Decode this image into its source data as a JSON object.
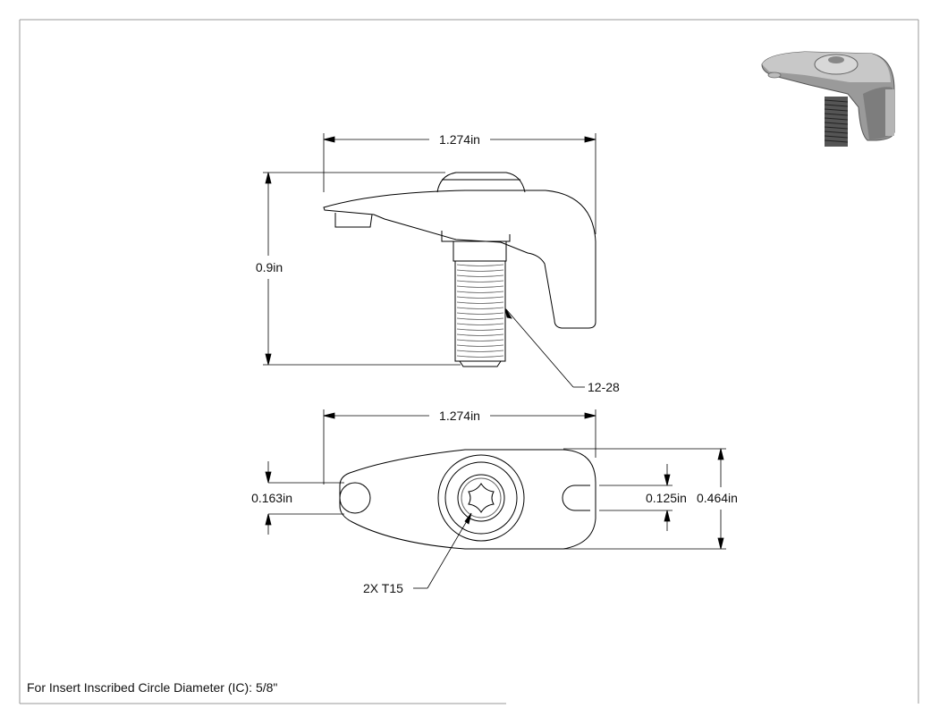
{
  "drawing": {
    "side_view": {
      "width_label": "1.274in",
      "height_label": "0.9in",
      "thread_label": "12-28"
    },
    "top_view": {
      "width_label": "1.274in",
      "hole_label": "0.163in",
      "slot_label": "0.125in",
      "height_label": "0.464in",
      "drive_label": "2X T15"
    },
    "footer_note": "For Insert Inscribed Circle Diameter (IC): 5/8\""
  },
  "colors": {
    "line": "#000000",
    "frame": "#999999",
    "part_shade": "#a8a8a8"
  }
}
